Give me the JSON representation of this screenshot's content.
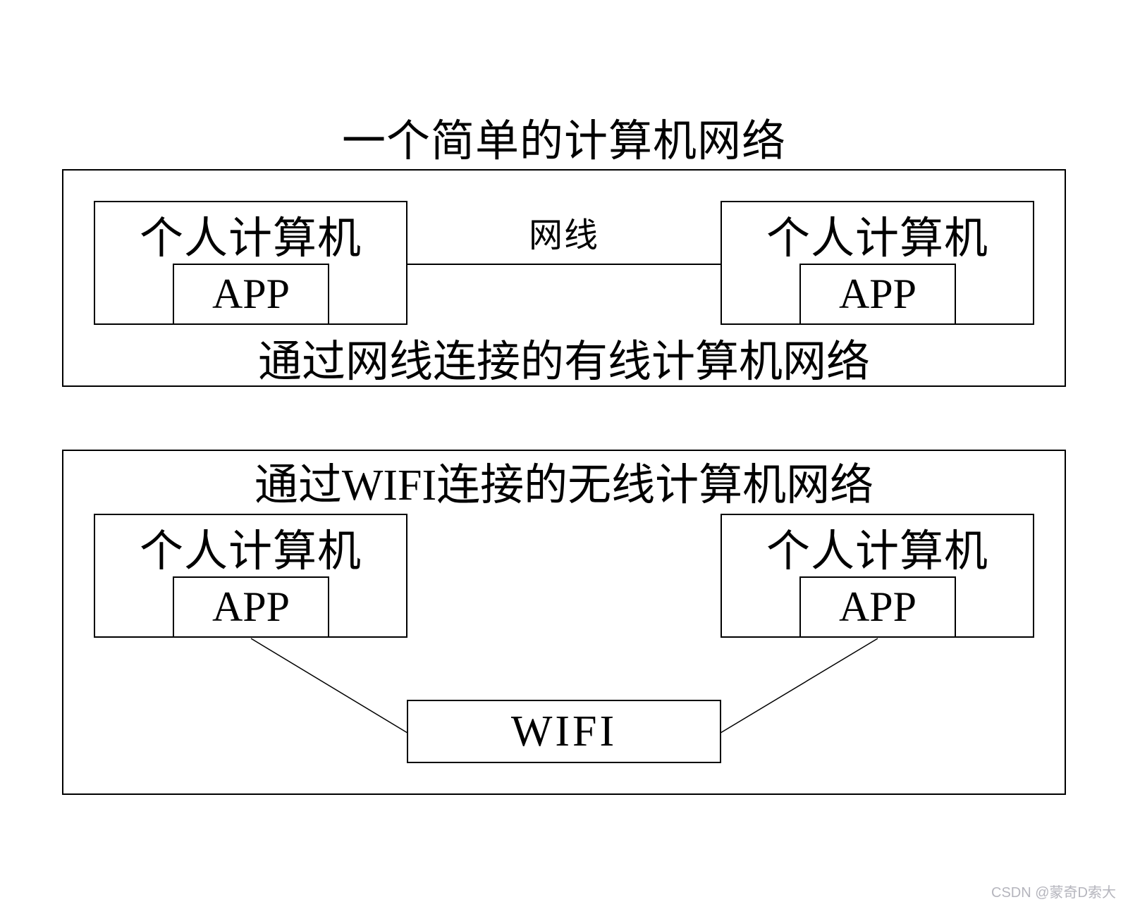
{
  "diagram": {
    "title": "一个简单的计算机网络"
  },
  "wired": {
    "caption": "通过网线连接的有线计算机网络",
    "cable_label": "网线",
    "left_pc": {
      "label": "个人计算机",
      "app": "APP"
    },
    "right_pc": {
      "label": "个人计算机",
      "app": "APP"
    }
  },
  "wireless": {
    "title": "通过WIFI连接的无线计算机网络",
    "hub_label": "WIFI",
    "left_pc": {
      "label": "个人计算机",
      "app": "APP"
    },
    "right_pc": {
      "label": "个人计算机",
      "app": "APP"
    }
  },
  "watermark": {
    "text": "CSDN @蒙奇D索大"
  },
  "colors": {
    "ink": "#000000",
    "background": "#ffffff",
    "watermark": "#b5b5bd"
  }
}
